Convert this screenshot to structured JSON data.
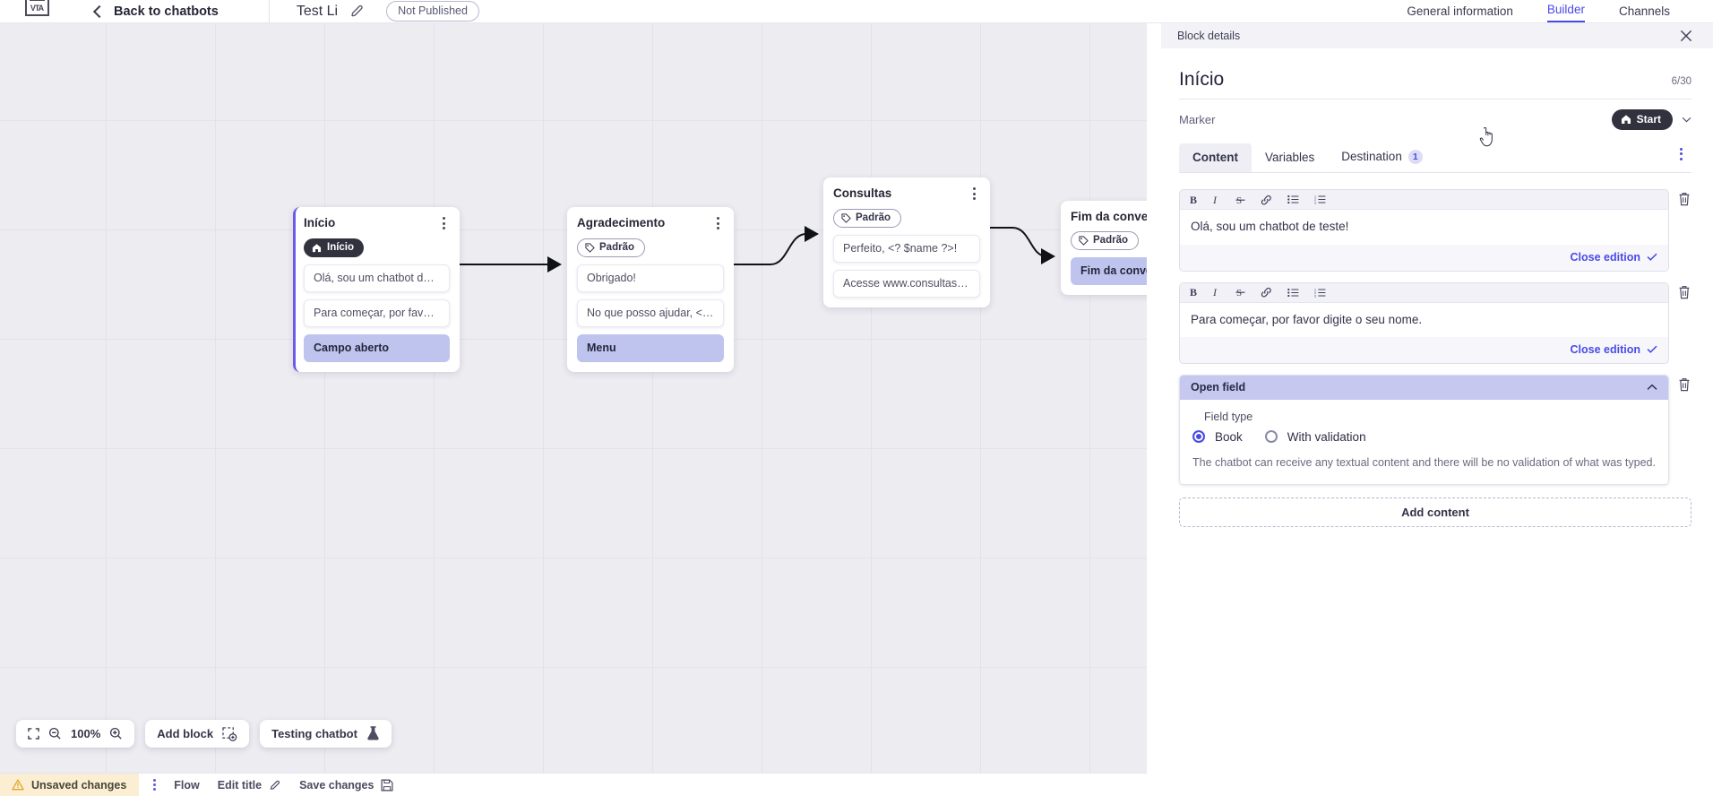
{
  "topbar": {
    "logo_text": "VTA",
    "back_label": "Back to chatbots",
    "bot_title": "Test Li",
    "edit_icon": "pencil-icon",
    "status_badge": "Not Published"
  },
  "tabs_top": [
    {
      "label": "General information",
      "active": false
    },
    {
      "label": "Builder",
      "active": true
    },
    {
      "label": "Channels",
      "active": false
    }
  ],
  "panel": {
    "bar_label": "Block details",
    "close_icon": "close-icon",
    "title": "Início",
    "char_count": "6/30",
    "marker_label": "Marker",
    "marker_value": "Start",
    "marker_icon": "home-icon",
    "tabs": [
      {
        "label": "Content",
        "active": true,
        "badge": ""
      },
      {
        "label": "Variables",
        "active": false,
        "badge": ""
      },
      {
        "label": "Destination",
        "active": false,
        "badge": "1"
      }
    ],
    "kebab_icon": "more-vertical-icon",
    "editors": [
      {
        "text": "Olá, sou um chatbot de teste!",
        "close_label": "Close edition"
      },
      {
        "text": "Para começar, por favor digite o seu nome.",
        "close_label": "Close edition"
      }
    ],
    "editor_toolbar_icons": [
      "bold-icon",
      "italic-icon",
      "strikethrough-icon",
      "link-icon",
      "bullet-list-icon",
      "numbered-list-icon"
    ],
    "open_field": {
      "title": "Open field",
      "collapse_icon": "chevron-up-icon",
      "field_type_label": "Field type",
      "options": [
        {
          "label": "Book",
          "selected": true
        },
        {
          "label": "With validation",
          "selected": false
        }
      ],
      "description": "The chatbot can receive any textual content and there will be no validation of what was typed."
    },
    "add_content_label": "Add content"
  },
  "canvas": {
    "nodes": [
      {
        "id": "inicio",
        "title": "Início",
        "tag": {
          "label": "Início",
          "type": "start",
          "icon": "home-icon"
        },
        "selected": true,
        "messages": [
          {
            "text": "Olá, sou um chatbot de teste!",
            "accent": false
          },
          {
            "text": "Para começar, por favor digite o ...",
            "accent": false
          },
          {
            "text": "Campo aberto",
            "accent": true
          }
        ]
      },
      {
        "id": "agradecimento",
        "title": "Agradecimento",
        "tag": {
          "label": "Padrão",
          "type": "default",
          "icon": "tag-icon"
        },
        "selected": false,
        "messages": [
          {
            "text": "Obrigado!",
            "accent": false
          },
          {
            "text": "No que posso ajudar, <? $name ...",
            "accent": false
          },
          {
            "text": "Menu",
            "accent": true
          }
        ]
      },
      {
        "id": "consultas",
        "title": "Consultas",
        "tag": {
          "label": "Padrão",
          "type": "default",
          "icon": "tag-icon"
        },
        "selected": false,
        "messages": [
          {
            "text": "Perfeito, <? $name ?>!",
            "accent": false
          },
          {
            "text": "Acesse www.consultas.com par...",
            "accent": false
          }
        ]
      },
      {
        "id": "fim",
        "title": "Fim da conversa",
        "tag": {
          "label": "Padrão",
          "type": "default",
          "icon": "tag-icon"
        },
        "selected": false,
        "messages": [
          {
            "text": "Fim da conversa",
            "accent": true
          }
        ]
      }
    ],
    "zoom_level": "100%",
    "fit_icon": "fit-screen-icon",
    "zoom_out_icon": "zoom-out-icon",
    "zoom_in_icon": "zoom-in-icon",
    "add_block_label": "Add block",
    "add_block_icon": "add-block-icon",
    "testing_label": "Testing chatbot",
    "testing_icon": "flask-icon"
  },
  "statusbar": {
    "unsaved_label": "Unsaved changes",
    "warning_icon": "warning-triangle-icon",
    "kebab_icon": "more-vertical-icon",
    "flow_label": "Flow",
    "edit_title_label": "Edit title",
    "edit_title_icon": "pencil-icon",
    "save_label": "Save changes",
    "save_icon": "save-disk-icon"
  },
  "colors": {
    "accent": "#4a4ae8",
    "node_accent_bg": "#bfc4ee",
    "dark_pill": "#32323f",
    "warning_bg": "#fbeed2",
    "canvas_bg": "#ececf1"
  }
}
